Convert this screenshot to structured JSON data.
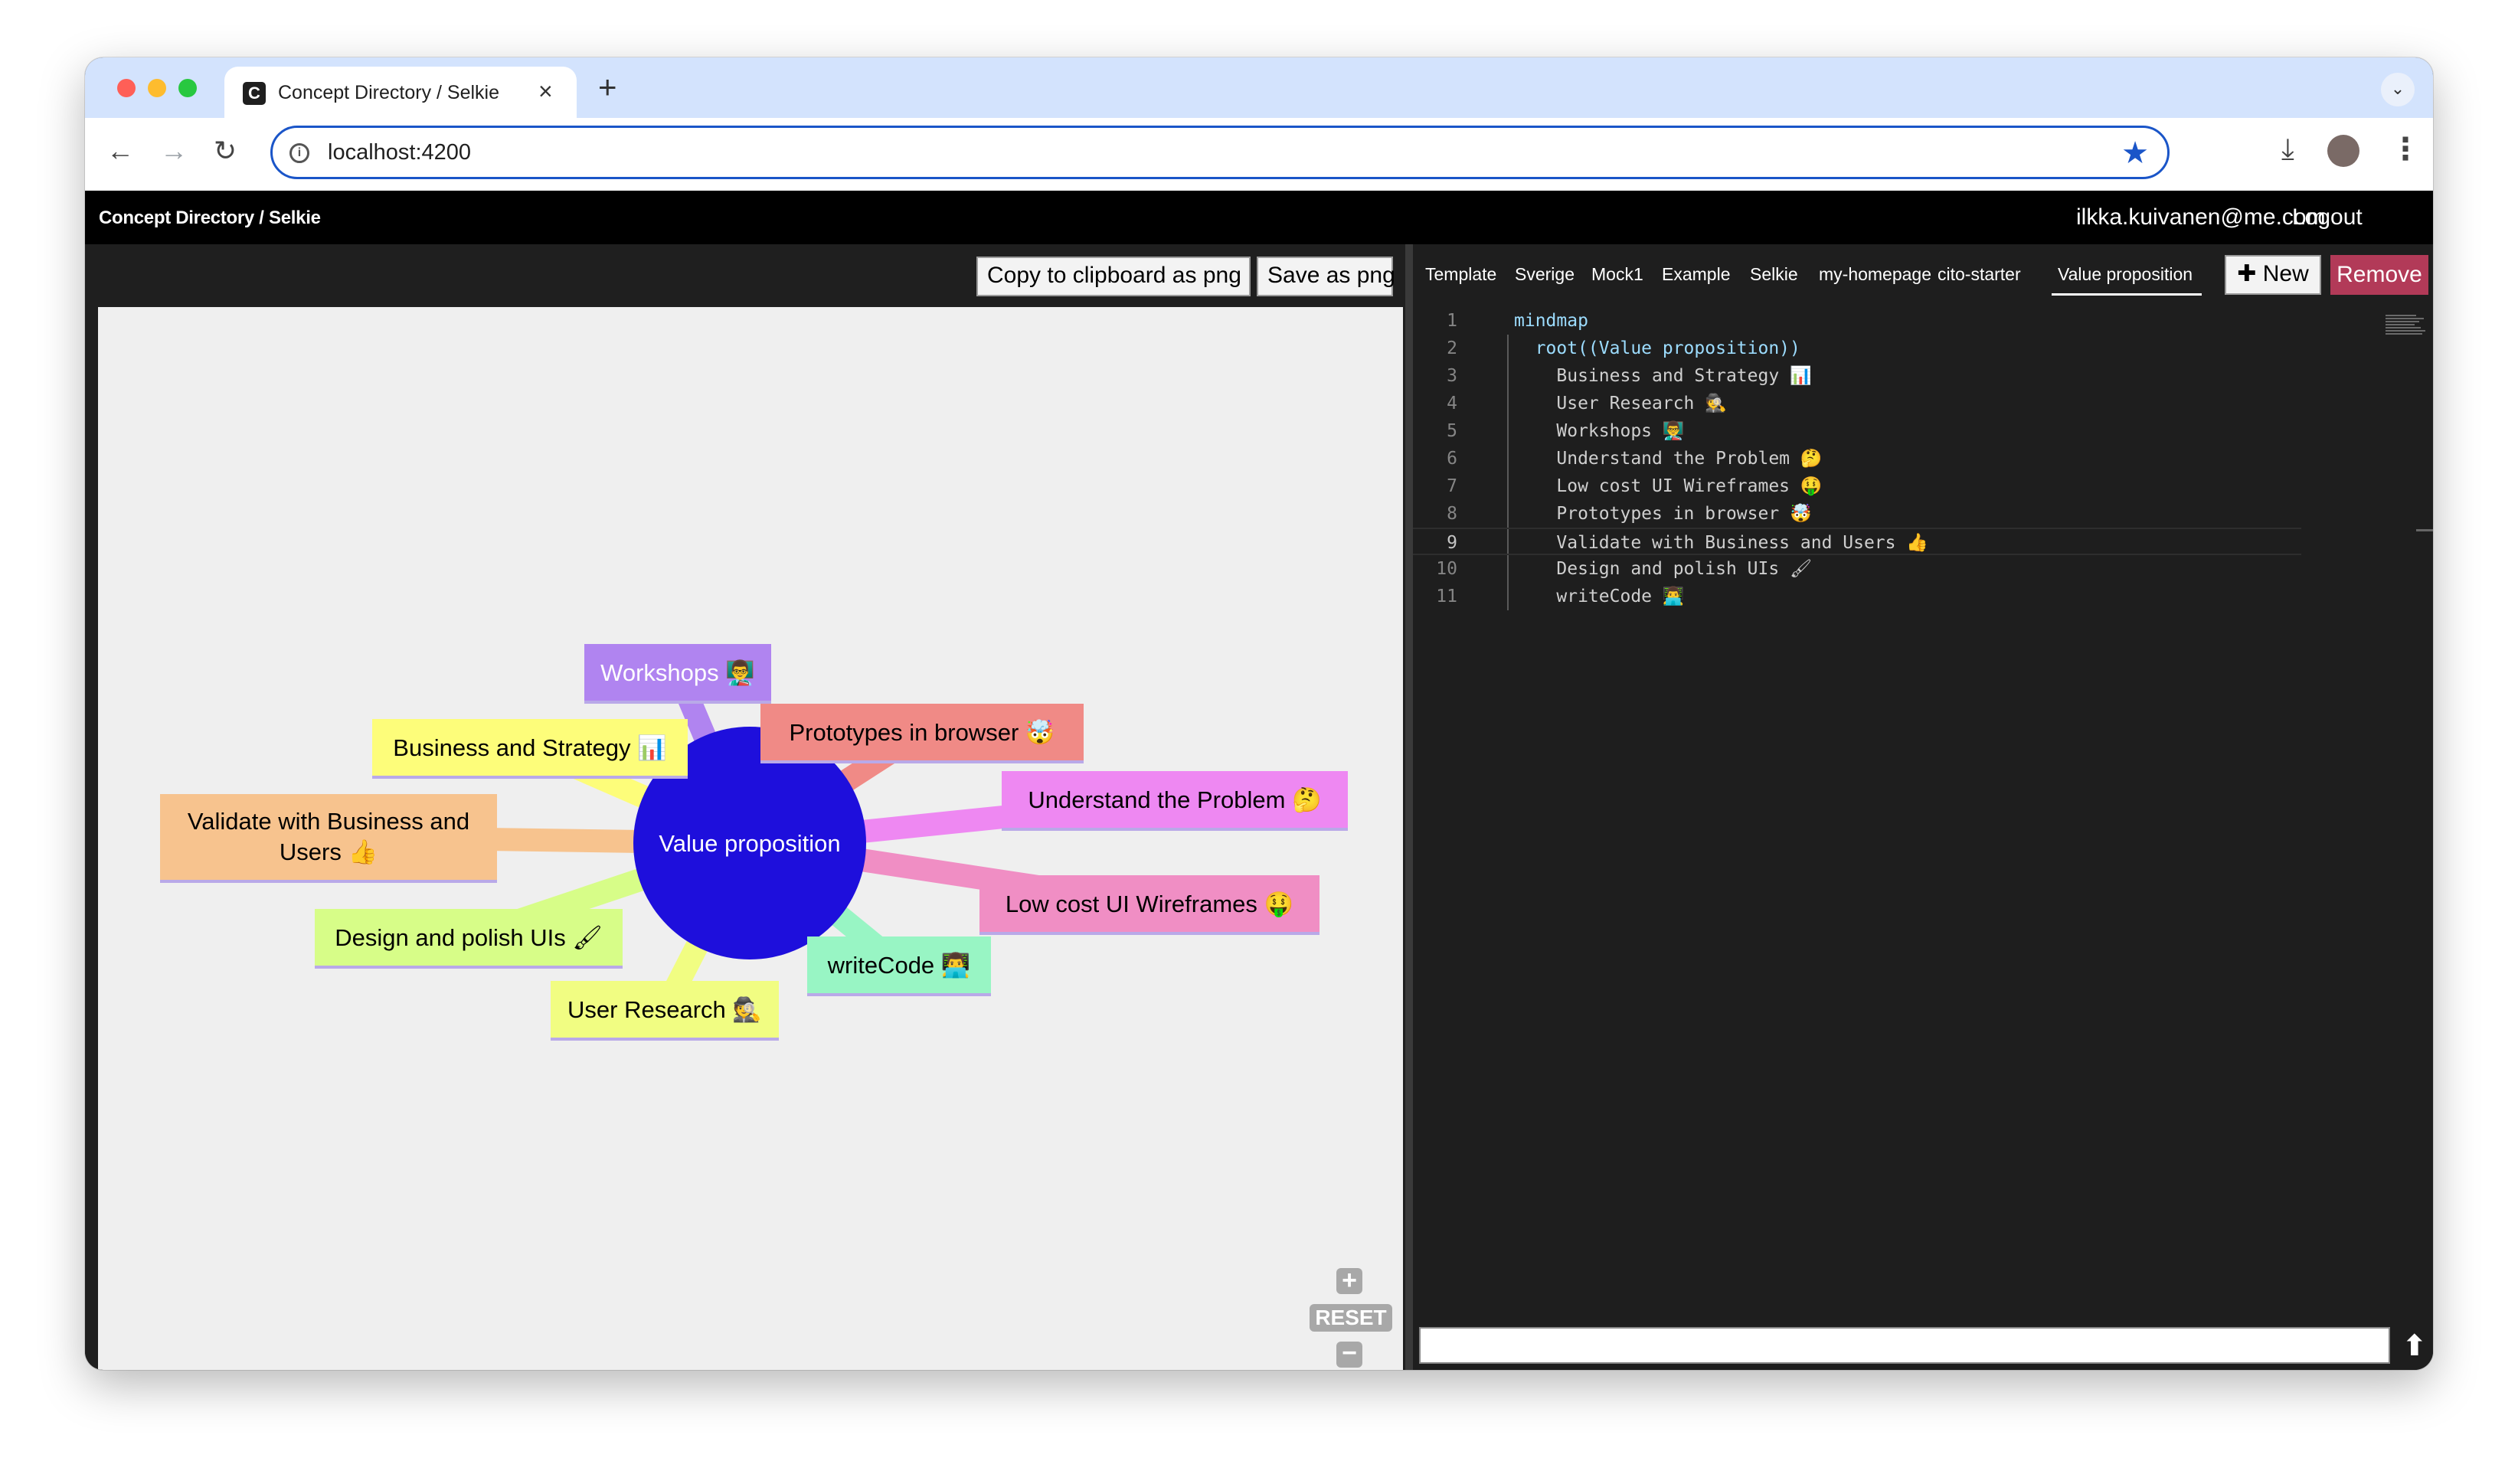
{
  "browser": {
    "tab_title": "Concept Directory / Selkie",
    "tab_favicon": "C",
    "tab_close": "×",
    "new_tab": "+",
    "tab_search": "⌄",
    "url": "localhost:4200",
    "back": "←",
    "forward": "→",
    "reload": "↻",
    "info": "i",
    "star": "★",
    "download": "⤓",
    "menu": "⋮"
  },
  "app": {
    "title": "Concept Directory / Selkie",
    "user_email": "ilkka.kuivanen@me.com",
    "logout_label": "Logout"
  },
  "canvas_toolbar": {
    "copy_label": "Copy to clipboard as png",
    "save_label": "Save as png"
  },
  "zoom": {
    "plus": "+",
    "reset": "RESET",
    "minus": "−"
  },
  "file_tabs": [
    "Template",
    "Sverige",
    "Mock1",
    "Example",
    "Selkie",
    "my-homepage",
    "cito-starter",
    "Value proposition"
  ],
  "active_tab": "Value proposition",
  "actions": {
    "new_label": "✚ New",
    "remove_label": "Remove"
  },
  "editor": {
    "lines": [
      "mindmap",
      "  root((Value proposition))",
      "    Business and Strategy 📊",
      "    User Research 🕵",
      "    Workshops 👨‍🏫",
      "    Understand the Problem 🤔",
      "    Low cost UI Wireframes 🤑",
      "    Prototypes in browser 🤯",
      "    Validate with Business and Users 👍",
      "    Design and polish UIs 🖌",
      "    writeCode 👨‍💻"
    ],
    "line_numbers": [
      "1",
      "2",
      "3",
      "4",
      "5",
      "6",
      "7",
      "8",
      "9",
      "10",
      "11"
    ],
    "current_line": 9
  },
  "send_icon": "⬆",
  "mindmap": {
    "root": "Value proposition",
    "root_color": "#1e0fdc",
    "nodes": [
      {
        "label": "Workshops 👨‍🏫",
        "color": "#b084f0",
        "text_color": "#ffffff"
      },
      {
        "label": "Prototypes in browser 🤯",
        "color": "#f08a86"
      },
      {
        "label": "Business and Strategy 📊",
        "color": "#fdfd7a"
      },
      {
        "label": "Understand the Problem 🤔",
        "color": "#ee88f2"
      },
      {
        "label": "Validate with Business and Users 👍",
        "color": "#f7c38e"
      },
      {
        "label": "Low cost UI Wireframes 🤑",
        "color": "#f08ec4"
      },
      {
        "label": "Design and polish UIs 🖌",
        "color": "#d7fd88"
      },
      {
        "label": "writeCode 👨‍💻",
        "color": "#98f5c4"
      },
      {
        "label": "User Research 🕵",
        "color": "#f1fd82"
      }
    ]
  }
}
